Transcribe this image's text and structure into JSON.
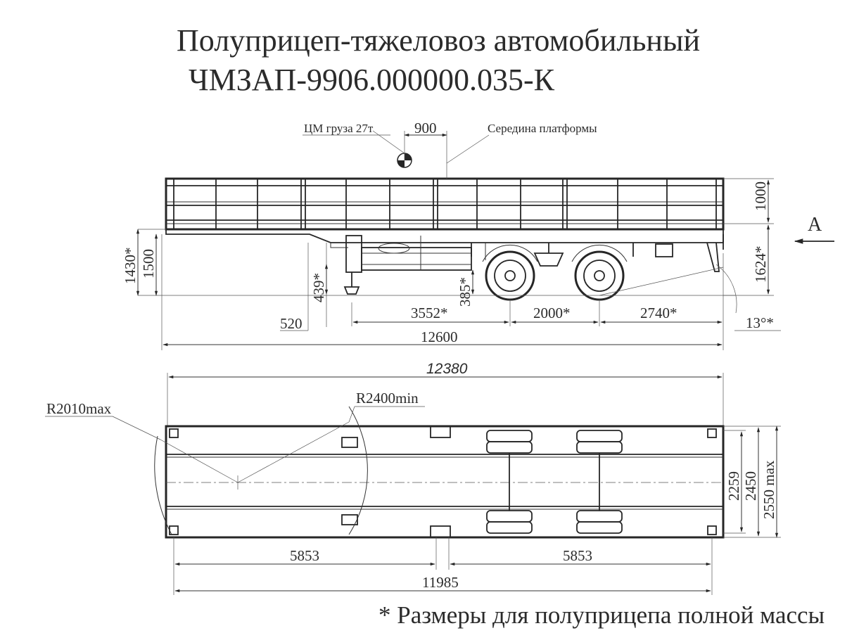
{
  "title_line1": "Полуприцеп-тяжеловоз автомобильный",
  "title_line2": "ЧМЗАП-9906.000000.035-К",
  "footnote": "* Размеры для полуприцепа полной массы",
  "side_view": {
    "cg_label": "ЦМ груза 27т",
    "cg_offset": "900",
    "platform_middle": "Середина платформы",
    "view_letter": "А",
    "dims": {
      "side_height": "1000",
      "height_1430": "1430*",
      "height_1500": "1500",
      "height_1624": "1624*",
      "d_439": "439*",
      "d_385": "385*",
      "d_520": "520",
      "d_3552": "3552*",
      "d_2000": "2000*",
      "d_2740": "2740*",
      "angle": "13°*",
      "overall_length": "12600"
    }
  },
  "top_view": {
    "length_12380": "12380",
    "r_front": "R2010max",
    "r_turn": "R2400min",
    "width_2259": "2259",
    "width_2450": "2450",
    "width_2550": "2550 max",
    "d_5853_left": "5853",
    "d_5853_right": "5853",
    "d_11985": "11985"
  }
}
